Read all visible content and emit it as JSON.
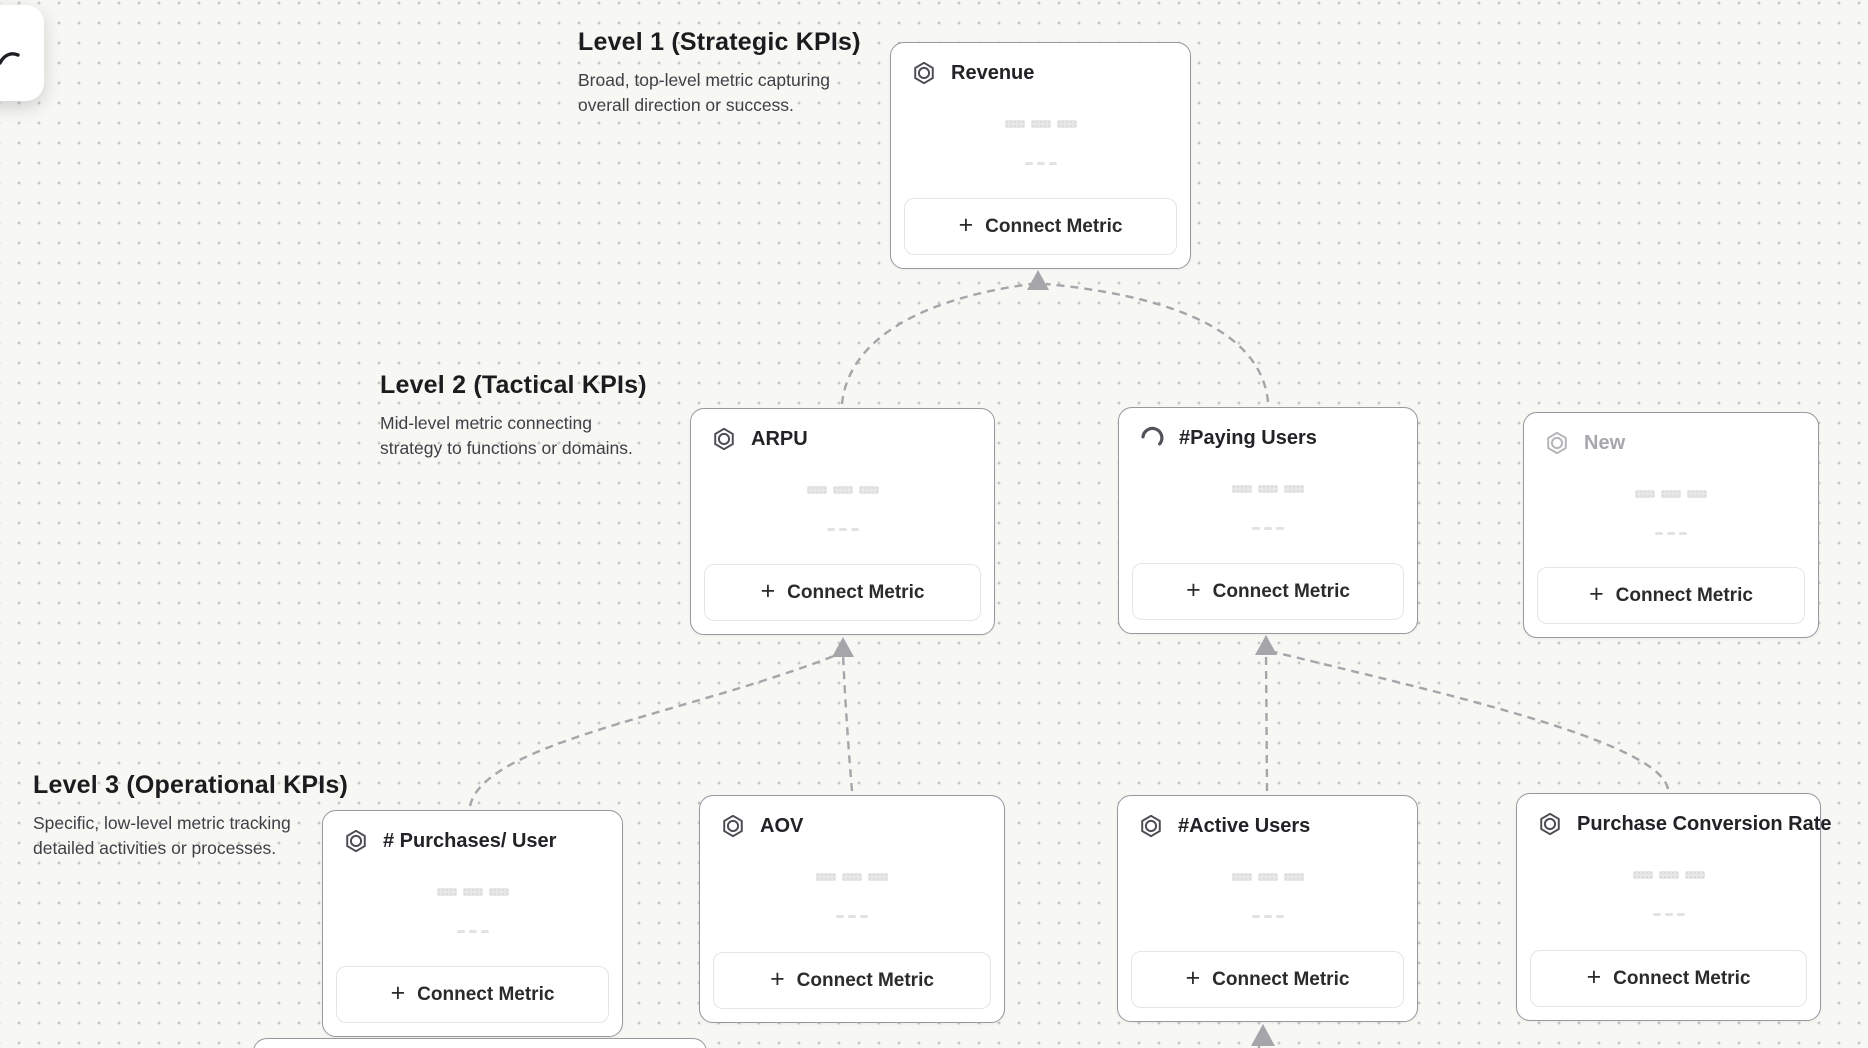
{
  "labels": {
    "connect_metric": "Connect Metric"
  },
  "icons": {
    "plus": "+"
  },
  "levels": [
    {
      "title": "Level 1 (Strategic KPIs)",
      "description": "Broad, top-level metric capturing\noverall direction or success."
    },
    {
      "title": "Level 2 (Tactical KPIs)",
      "description": "Mid-level metric connecting\nstrategy to functions or domains."
    },
    {
      "title": "Level 3 (Operational KPIs)",
      "description": "Specific, low-level metric tracking\ndetailed activities or processes."
    }
  ],
  "cards": [
    {
      "title": "Revenue",
      "icon": "hexagon-metric-icon",
      "level": 1
    },
    {
      "title": "ARPU",
      "icon": "hexagon-metric-icon",
      "level": 2
    },
    {
      "title": "#Paying Users",
      "icon": "loading-spinner-icon",
      "level": 2
    },
    {
      "title": "New",
      "icon": "hexagon-metric-icon",
      "level": 2,
      "state": "placeholder"
    },
    {
      "title": "# Purchases/ User",
      "icon": "hexagon-metric-icon",
      "level": 3
    },
    {
      "title": "AOV",
      "icon": "hexagon-metric-icon",
      "level": 3
    },
    {
      "title": "#Active Users",
      "icon": "hexagon-metric-icon",
      "level": 3
    },
    {
      "title": "Purchase Conversion Rate",
      "icon": "hexagon-metric-icon",
      "level": 3
    }
  ],
  "colors": {
    "canvas_bg": "#f7f7f4",
    "dot": "#c7c7c5",
    "card_border": "#98989d",
    "title_text": "#232327",
    "muted_text": "#a7a7ad",
    "desc_text": "#3f3f46",
    "connector": "#a5a5aa",
    "btn_border": "#e5e5e7",
    "skeleton": "#e7e7e7"
  }
}
